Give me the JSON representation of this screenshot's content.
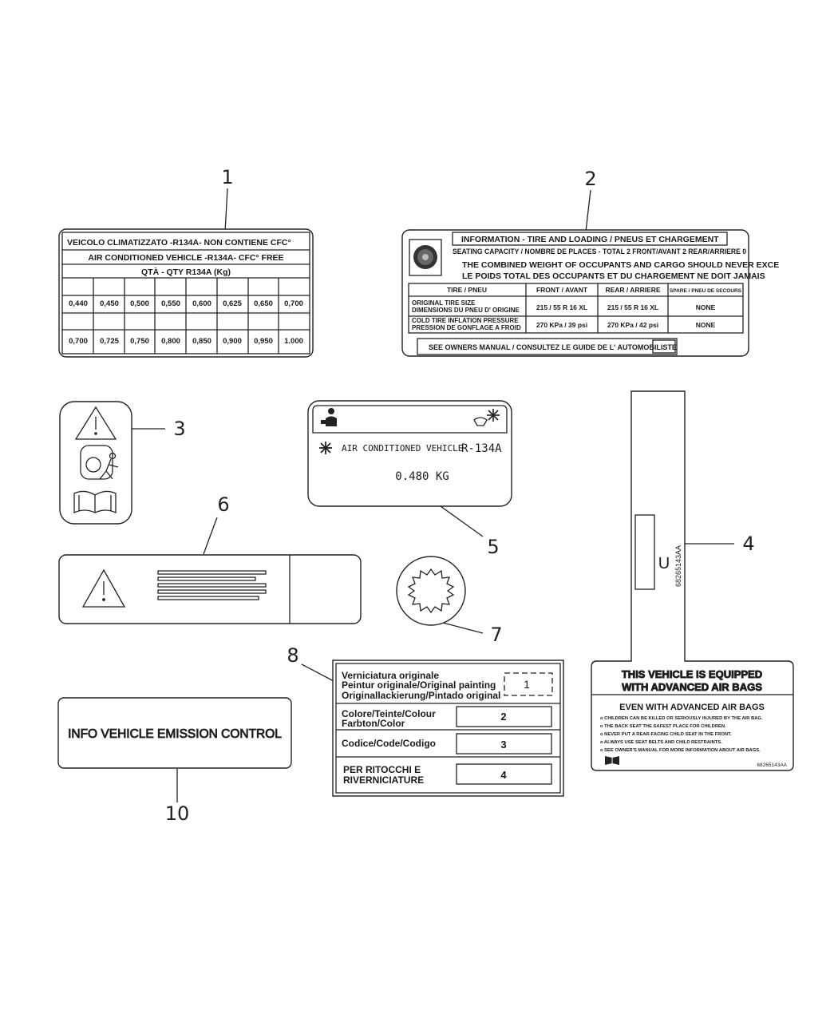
{
  "callouts": [
    "1",
    "2",
    "3",
    "4",
    "5",
    "6",
    "7",
    "8",
    "10"
  ],
  "label1": {
    "title": "VEICOLO CLIMATIZZATO -R134A- NON CONTIENE  CFC°",
    "subtitle": "AIR CONDITIONED VEHICLE -R134A-  CFC° FREE",
    "qty_header": "QTÀ - QTY R134A (Kg)",
    "row1": [
      "0,440",
      "0,450",
      "0,500",
      "0,550",
      "0,600",
      "0,625",
      "0,650",
      "0,700"
    ],
    "row2": [
      "0,700",
      "0,725",
      "0,750",
      "0,800",
      "0,850",
      "0,900",
      "0,950",
      "1.000"
    ]
  },
  "label2": {
    "title": "INFORMATION - TIRE AND LOADING  /  PNEUS ET CHARGEMENT",
    "seating": "SEATING CAPACITY / NOMBRE DE PLACES - TOTAL 2 FRONT/AVANT 2 REAR/ARRIERE 0",
    "warn1": "THE COMBINED WEIGHT OF OCCUPANTS AND CARGO SHOULD NEVER EXCE",
    "warn2": "LE POIDS TOTAL DES OCCUPANTS ET DU CHARGEMENT NE DOIT JAMAIS",
    "headers": [
      "TIRE / PNEU",
      "FRONT  /  AVANT",
      "REAR  /  ARRIERE",
      "SPARE / PNEU DE SECOURS"
    ],
    "row1_label": [
      "ORIGINAL TIRE SIZE",
      "DIMENSIONS DU PNEU D' ORIGINE"
    ],
    "row1": [
      "215 / 55 R 16 XL",
      "215 / 55 R 16 XL",
      "NONE"
    ],
    "row2_label": [
      "COLD TIRE INFLATION PRESSURE",
      "PRESSION DE GONFLAGE A FROID"
    ],
    "row2": [
      "270 KPa  /  39 psi",
      "270 KPa  /  42 psi",
      "NONE"
    ],
    "footer": "SEE OWNERS MANUAL / CONSULTEZ LE GUIDE DE L' AUTOMOBILISTE"
  },
  "label5": {
    "line1": "AIR CONDITIONED VEHICLE",
    "refrigerant": "R-134A",
    "qty": "0.480 KG"
  },
  "label4": {
    "part_no": "68265143AA",
    "tab_glyph": "U",
    "headline1": "THIS VEHICLE IS EQUIPPED",
    "headline2": "WITH ADVANCED AIR BAGS",
    "subhead": "EVEN WITH ADVANCED AIR BAGS",
    "bullets": [
      "o CHILDREN CAN BE KILLED OR SERIOUSLY INJURED BY THE AIR BAG.",
      "o THE BACK SEAT THE SAFEST PLACE FOR CHILDREN.",
      "o NEVER PUT A REAR-FACING CHILD SEAT IN THE FRONT.",
      "o ALWAYS USE SEAT BELTS AND CHILD RESTRAINTS.",
      "o SEE OWNER'S MANUAL FOR MORE INFORMATION ABOUT AIR BAGS."
    ],
    "footer_code": "68265143AA"
  },
  "label8": {
    "row1": [
      "Verniciatura originale",
      "Peintur originale/Original painting",
      "Originallackierung/Pintado original"
    ],
    "row1_box": "1",
    "row2": [
      "Colore/Teinte/Colour",
      "Farbton/Color"
    ],
    "row2_box": "2",
    "row3": [
      "Codice/Code/Codigo"
    ],
    "row3_box": "3",
    "row4": [
      "PER RITOCCHI E",
      "RIVERNICIATURE"
    ],
    "row4_box": "4"
  },
  "label10": {
    "text": "INFO VEHICLE EMISSION CONTROL"
  },
  "icons": [
    "warning-triangle-icon",
    "airbag-person-icon",
    "manual-book-icon",
    "mechanic-icon",
    "ac-snowflake-icon",
    "tire-icon",
    "gear-seal-icon"
  ]
}
